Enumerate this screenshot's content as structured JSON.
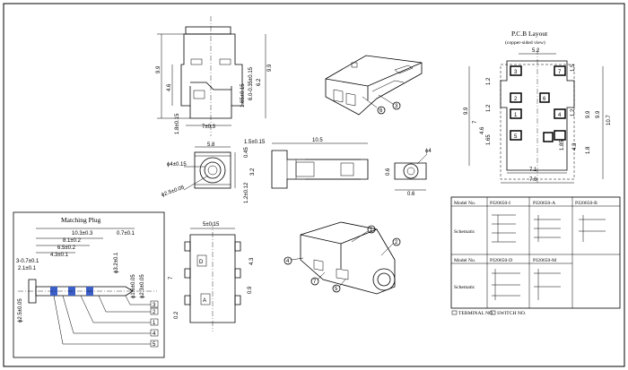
{
  "top_view": {
    "dim_height": "9.9",
    "dim_inner": "4.6",
    "dim_a": "6.0-0.35±0.15",
    "dim_b": "1.65±0.15",
    "dim_c": "6.2",
    "dim_d": "9.9",
    "dim_e": "1.8±0.15",
    "dim_width": "7±0.3"
  },
  "front_view": {
    "dim_width": "5.8",
    "dim_bore": "ϕ4±0.15",
    "dim_pin": "ϕ2.5±0.05",
    "dim_h1": "0.45",
    "dim_h2": "3.2",
    "dim_h3": "1.2±0.12"
  },
  "side_view": {
    "dim_small": "1.5±0.15",
    "dim_length": "10.5",
    "dim_d1": "0.6",
    "dim_d2": "0.6",
    "dim_d3": "ϕ4"
  },
  "bottom_view": {
    "dim_width": "5±0.15",
    "dim_right": "4.3",
    "dim_height": "7",
    "dim_small": "0.9",
    "dim_left": "0.2",
    "label_d": "D",
    "label_a": "A"
  },
  "iso_top": {
    "callout_6": "6",
    "callout_3": "3"
  },
  "iso_bottom": {
    "callout_1": "1",
    "callout_2": "2",
    "callout_4": "4",
    "callout_7": "7",
    "callout_5": "5"
  },
  "pcb_layout": {
    "title": "P.C.B Layout",
    "subtitle": "(copper-sided view)",
    "dim_top": "5.2",
    "dim_l1": "1.2",
    "dim_l2": "1.2",
    "dim_l3": "9.9",
    "dim_l4": "7",
    "dim_l5": "4.6",
    "dim_l6": "1.65",
    "dim_r1": "1.5",
    "dim_r2": "1.2",
    "dim_r3": "9.9",
    "dim_r4": "9.9",
    "dim_r5": "10.7",
    "dim_r6": "1.85",
    "dim_r7": "4.3",
    "dim_r8": "1.8",
    "dim_bot1": "7.1",
    "dim_bot2": "7.6",
    "pad_labels": [
      "3",
      "7",
      "2",
      "6",
      "1",
      "4",
      "5"
    ]
  },
  "matching_plug": {
    "title": "Matching Plug",
    "dims": [
      "10.3±0.3",
      "0.7±0.1",
      "8.1±0.2",
      "6.5±0.2",
      "4.3±0.1",
      "3-0.7±0.1",
      "2.1±0.1",
      "ϕ3.2±0.1",
      "ϕ1.6±0.05",
      "ϕ2.3±0.05",
      "ϕ2.5±0.05"
    ],
    "pin_labels": [
      "3",
      "2",
      "1",
      "4",
      "5"
    ],
    "band_color": "#3b5fc8"
  },
  "model_table": {
    "header_model": "Model No.",
    "header_schematic": "Schematic",
    "models_row1": [
      "PJ20650-I",
      "PJ20650-A",
      "PJ20650-B"
    ],
    "models_row2": [
      "PJ20650-D",
      "PJ20650-M"
    ],
    "legend_left": "TERMINAL NO.",
    "legend_right": "SWITCH NO."
  }
}
